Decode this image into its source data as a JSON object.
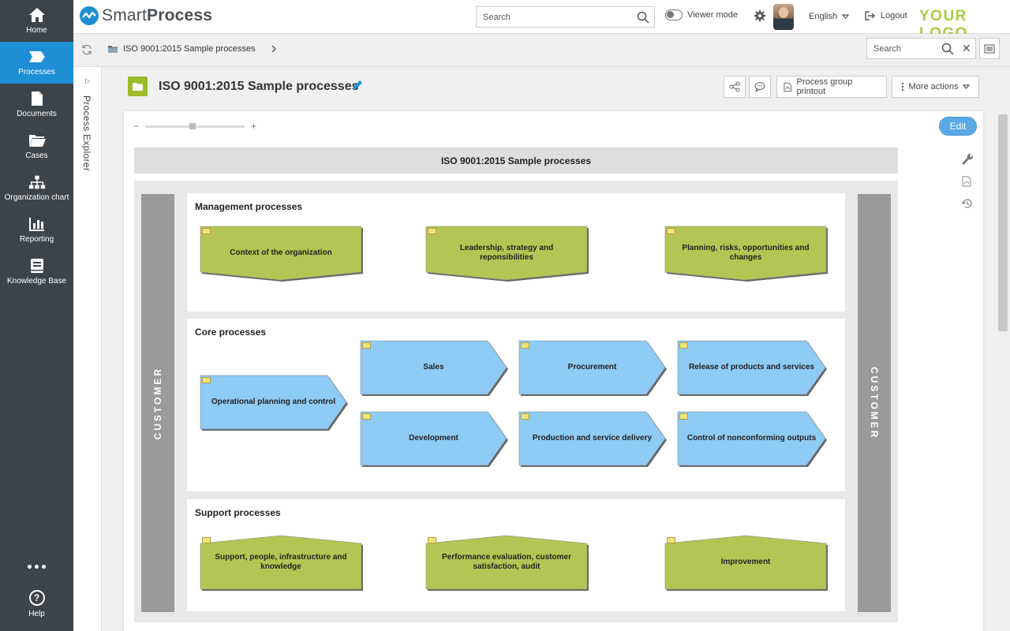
{
  "sidebar": {
    "items": [
      {
        "label": "Home",
        "icon": "home-icon"
      },
      {
        "label": "Processes",
        "icon": "processes-icon"
      },
      {
        "label": "Documents",
        "icon": "document-icon"
      },
      {
        "label": "Cases",
        "icon": "folder-icon"
      },
      {
        "label": "Organization chart",
        "icon": "org-chart-icon"
      },
      {
        "label": "Reporting",
        "icon": "bar-chart-icon"
      },
      {
        "label": "Knowledge Base",
        "icon": "book-icon"
      }
    ],
    "help_label": "Help"
  },
  "header": {
    "brand_light": "Smart",
    "brand_bold": "Process",
    "search_placeholder": "Search",
    "viewer_mode": "Viewer mode",
    "language": "English",
    "logout": "Logout",
    "your_logo": "YOUR LOGO"
  },
  "crumbbar": {
    "crumb": "ISO 9001:2015 Sample processes",
    "search_placeholder": "Search"
  },
  "explorer": {
    "label": "Process Explorer"
  },
  "page": {
    "title": "ISO 9001:2015 Sample processes",
    "actions": {
      "printout": "Process group printout",
      "more": "More actions"
    },
    "edit": "Edit"
  },
  "diagram": {
    "title": "ISO 9001:2015 Sample processes",
    "customer_label": "CUSTOMER",
    "lanes": [
      {
        "title": "Management processes",
        "processes": [
          "Context of the organization",
          "Leadership, strategy and reponsibilities",
          "Planning, risks, opportunities and changes"
        ]
      },
      {
        "title": "Core processes",
        "processes": [
          "Operational planning and control",
          "Sales",
          "Procurement",
          "Release of products and services",
          "Development",
          "Production and service delivery",
          "Control of nonconforming outputs"
        ]
      },
      {
        "title": "Support processes",
        "processes": [
          "Support, people, infrastructure and knowledge",
          "Performance evaluation, customer satisfaction, audit",
          "Improvement"
        ]
      }
    ]
  },
  "colors": {
    "sidebar_bg": "#3d4449",
    "active_blue": "#1e8fd5",
    "management_green": "#b5c553",
    "core_blue": "#8ecbf5",
    "logo_green": "#a9cc45",
    "customer_gray": "#9a9a9a"
  }
}
